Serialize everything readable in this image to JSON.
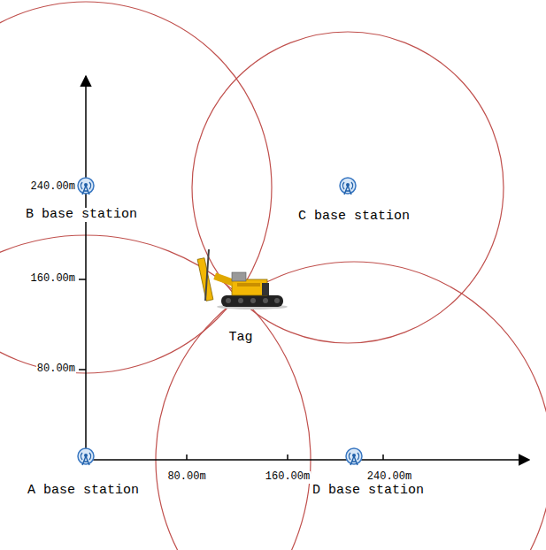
{
  "diagram": {
    "labels": [
      "240.00m",
      "B base station",
      "C base station",
      "160.00m",
      "80.00m",
      "Tag",
      "A base station",
      "80.00m",
      "160.00m",
      "240.00m",
      "D base station"
    ]
  }
}
